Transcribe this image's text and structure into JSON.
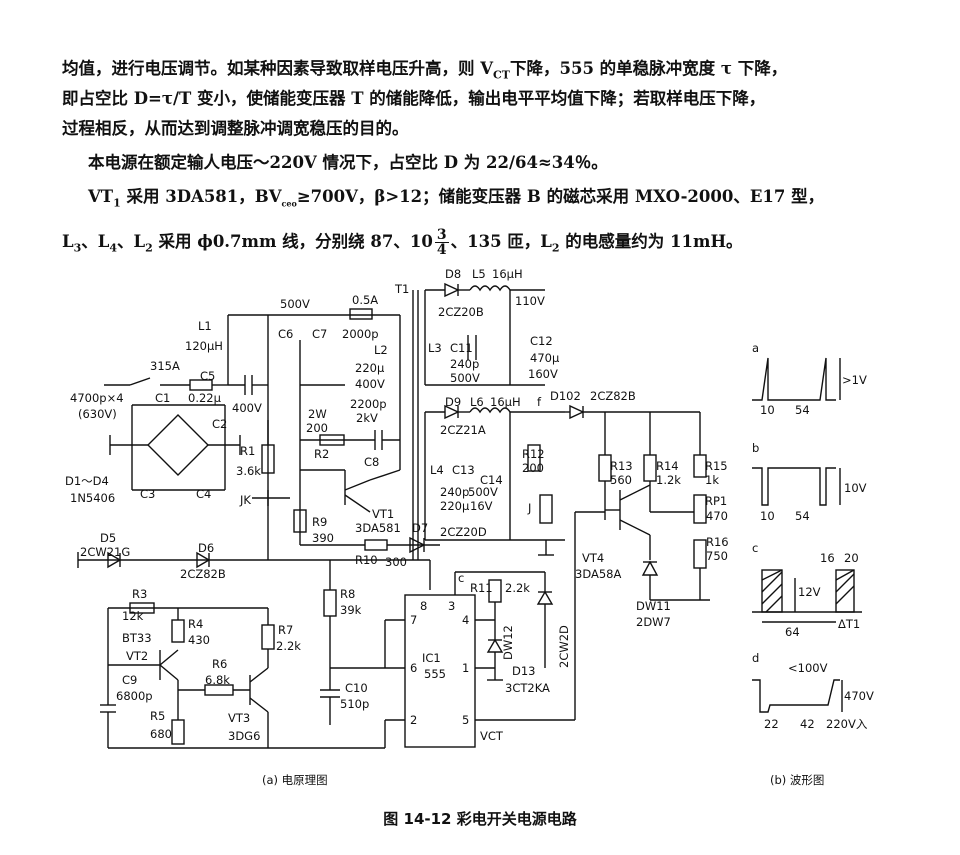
{
  "text": {
    "line1": "均值，进行电压调节。如某种因素导致取样电压升高，则 V",
    "line1_sub": "CT",
    "line1_tail": "下降，555 的单稳脉冲宽度 τ 下降，",
    "line2": "即占空比 D=τ/T 变小，使储能变压器 T 的储能降低，输出电平平均值下降；若取样电压下降，",
    "line3": "过程相反，从而达到调整脉冲调宽稳压的目的。",
    "line4": "本电源在额定输人电压～220V 情况下，占空比 D 为 22/64≈34％。",
    "line5_a": "VT",
    "line5_sub1": "1",
    "line5_b": " 采用 3DA581，BV",
    "line5_sub2": "ceo",
    "line5_c": "≥700V，β>12；储能变压器 B 的磁芯采用 MXO-2000、E17 型，",
    "line6_a": "L",
    "line6_s3": "3",
    "line6_b": "、L",
    "line6_s4": "4",
    "line6_c": "、L",
    "line6_s2": "2",
    "line6_d": " 采用 ϕ0.7mm 线，分别绕 87、10",
    "line6_frac_num": "3",
    "line6_frac_den": "4",
    "line6_e": "、135 匝，L",
    "line6_s2b": "2",
    "line6_f": " 的电感量约为 11mH。"
  },
  "schematic": {
    "caption_a": "(a) 电原理图",
    "labels": {
      "t1": "T1",
      "v500": "500V",
      "fuse": "0.5A",
      "l1": "L1",
      "l1v": "120μH",
      "sw": "315A",
      "c5": "C5",
      "c5v": "0.22μ",
      "c5k": "400V",
      "cin": "4700p×4",
      "cinv": "(630V)",
      "c1": "C1",
      "c2": "C2",
      "c3": "C3",
      "c4": "C4",
      "d14": "D1～D4",
      "d14v": "1N5406",
      "r1": "R1",
      "r1v": "3.6k",
      "jk": "JK",
      "c6": "C6",
      "c7": "C7",
      "c7v": "2000p",
      "l2": "L2",
      "l2v1": "220μ",
      "l2v2": "400V",
      "r2w": "2W",
      "r2v": "200",
      "r2": "R2",
      "c8v1": "2200p",
      "c8v2": "2kV",
      "c8": "C8",
      "vt1": "VT1",
      "vt1v": "3DA581",
      "r9": "R9",
      "r9v": "390",
      "r10": "R10",
      "r10v": "300",
      "d7": "D7",
      "d7v": "2CZ20D",
      "d8": "D8",
      "l5": "L5",
      "l5v": "16μH",
      "d8v": "2CZ20B",
      "out110": "110V",
      "l3": "L3",
      "c11": "C11",
      "c11v1": "240p",
      "c11v2": "500V",
      "c12": "C12",
      "c12v1": "470μ",
      "c12v2": "160V",
      "d9": "D9",
      "l6": "L6",
      "l6v": "16μH",
      "f": "f",
      "d9v": "2CZ21A",
      "d102": "D102",
      "d102v": "2CZ82B",
      "l4": "L4",
      "c13": "C13",
      "c14": "C14",
      "c13v1": "240p",
      "c13v2": "220μ",
      "c14v1": "500V",
      "c14v2": "16V",
      "r12": "R12",
      "r12v": "200",
      "j": "J",
      "r13": "R13",
      "r13v": "560",
      "r14": "R14",
      "r14v": "1.2k",
      "r15": "R15",
      "r15v": "1k",
      "rp1": "RP1",
      "rp1v": "470",
      "r16": "R16",
      "r16v": "750",
      "vt4": "VT4",
      "vt4v": "3DA58A",
      "dw11": "DW11",
      "dw11v": "2DW7",
      "d5": "D5",
      "d5v": "2CW21G",
      "d6": "D6",
      "d6v": "2CZ82B",
      "r3": "R3",
      "r3v": "12k",
      "r4": "R4",
      "r4v": "430",
      "bt33": "BT33",
      "vt2": "VT2",
      "c9": "C9",
      "c9v": "6800p",
      "r5": "R5",
      "r5v": "680",
      "r6": "R6",
      "r6v": "6.8k",
      "vt3": "VT3",
      "vt3v": "3DG6",
      "r7": "R7",
      "r7v": "2.2k",
      "r8": "R8",
      "r8v": "39k",
      "c10": "C10",
      "c10v": "510p",
      "ic1": "IC1",
      "ic1v": "555",
      "p8": "8",
      "p3": "3",
      "p7": "7",
      "p4": "4",
      "p6": "6",
      "p1": "1",
      "p2": "2",
      "p5": "5",
      "vct": "VCT",
      "c": "c",
      "r11": "R11",
      "r11v": "2.2k",
      "dw12": "DW12",
      "dw12v": "2CW2D",
      "d13": "D13",
      "d13v": "3CT2KA"
    }
  },
  "waveforms": {
    "caption_b": "(b) 波形图",
    "a": {
      "label": "a",
      "amp": ">1V",
      "t1": "10",
      "t2": "54"
    },
    "b": {
      "label": "b",
      "amp": "10V",
      "t1": "10",
      "t2": "54"
    },
    "c": {
      "label": "c",
      "amp": "12V",
      "t1": "16",
      "t2": "20",
      "period": "64",
      "dt": "ΔT1"
    },
    "d": {
      "label": "d",
      "amp1": "<100V",
      "amp2": "470V",
      "t1": "22",
      "t2": "42",
      "vin": "220V入"
    }
  },
  "figure_title": "图 14-12   彩电开关电源电路"
}
